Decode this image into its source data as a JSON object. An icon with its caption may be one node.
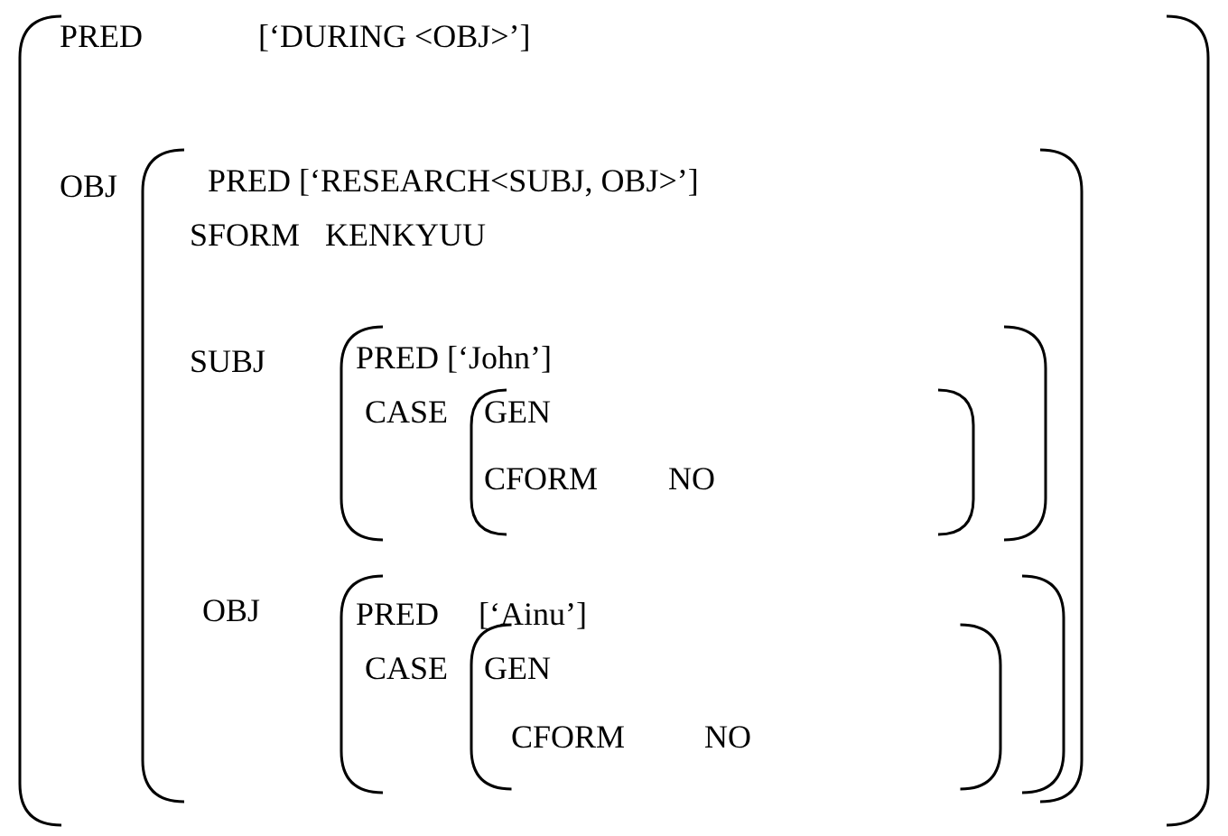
{
  "diagram": {
    "nodes": [
      {
        "text": [
          "PRED",
          "[‘DURING <OBJ>’]",
          "OBJ"
        ]
      },
      {
        "text": [
          "PRED [‘RESEARCH<SUBJ, OBJ>’]",
          "SFORM",
          "KENKYUU",
          "SUBJ",
          "OBJ"
        ],
        "in": 0
      },
      {
        "text": [
          "PRED [‘John’]",
          "CASE"
        ],
        "in": 1
      },
      {
        "text": [
          "GEN",
          "CFORM",
          "NO"
        ],
        "in": 2
      },
      {
        "text": [
          "PRED",
          "[‘Ainu’]",
          "CASE"
        ],
        "in": 1
      },
      {
        "text": [
          "GEN",
          "CFORM",
          "NO"
        ],
        "in": 4
      }
    ]
  }
}
